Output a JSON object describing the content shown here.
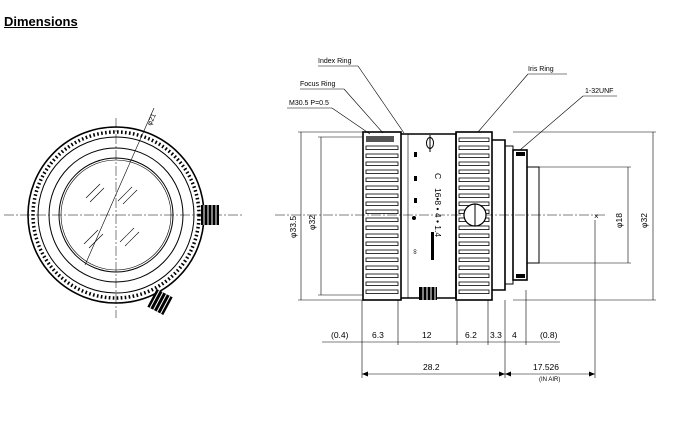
{
  "heading": "Dimensions",
  "callouts": {
    "index_ring": "Index Ring",
    "focus_ring": "Focus Ring",
    "iris_ring": "Iris Ring",
    "thread": "M30.5 P=0.5",
    "mount": "1-32UNF"
  },
  "front_view": {
    "diameter": "φ21"
  },
  "side_view": {
    "outer_diameter": "φ33.5",
    "ring_diameter": "φ32",
    "rear_diameter": "φ18",
    "flange_diameter": "φ32"
  },
  "barrel_marks": {
    "mount_letter": "C",
    "aperture_scale": "16•8 • 4 • 1.4",
    "focus_marks": "∞"
  },
  "segments": [
    "(0.4)",
    "6.3",
    "12",
    "6.2",
    "3.3",
    "4",
    "(0.8)"
  ],
  "totals": {
    "length": "28.2",
    "flange_back": "17.526",
    "flange_back_inch": "(IN AIR)"
  }
}
